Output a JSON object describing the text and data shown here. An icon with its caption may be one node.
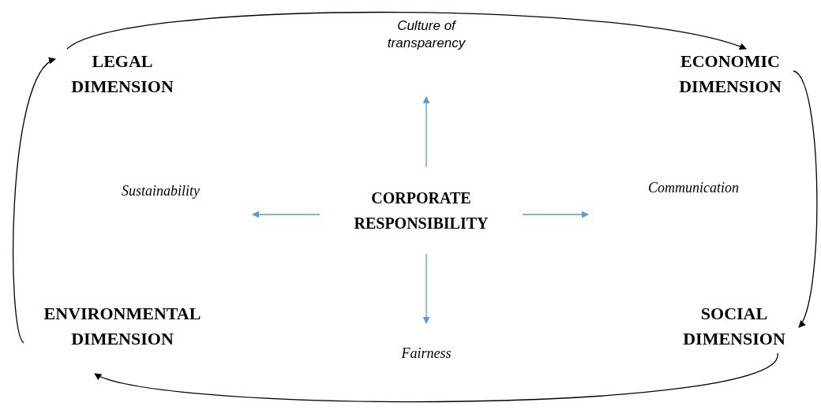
{
  "diagram": {
    "nodes": [
      {
        "text": [
          "CORPORATE RESPONSIBILITY"
        ]
      },
      {
        "text": [
          "Culture of transparency"
        ]
      },
      {
        "text": [
          "Sustainability"
        ]
      },
      {
        "text": [
          "Communication"
        ]
      },
      {
        "text": [
          "Fairness"
        ]
      },
      {
        "text": [
          "LEGAL DIMENSION"
        ]
      },
      {
        "text": [
          "ECONOMIC DIMENSION"
        ]
      },
      {
        "text": [
          "SOCIAL DIMENSION"
        ]
      },
      {
        "text": [
          "ENVIRONMENTAL DIMENSION"
        ]
      }
    ],
    "edges": [
      {
        "from": 0,
        "to": 1,
        "arrow": "to",
        "color": "#5b9bd5"
      },
      {
        "from": 0,
        "to": 2,
        "arrow": "to",
        "color": "#5b9bd5"
      },
      {
        "from": 0,
        "to": 3,
        "arrow": "to",
        "color": "#5b9bd5"
      },
      {
        "from": 0,
        "to": 4,
        "arrow": "to",
        "color": "#5b9bd5"
      },
      {
        "from": 5,
        "to": 6,
        "arrow": "to",
        "color": "#000000"
      },
      {
        "from": 6,
        "to": 7,
        "arrow": "to",
        "color": "#000000"
      },
      {
        "from": 7,
        "to": 8,
        "arrow": "to",
        "color": "#000000"
      },
      {
        "from": 8,
        "to": 5,
        "arrow": "to",
        "color": "#000000"
      }
    ]
  }
}
